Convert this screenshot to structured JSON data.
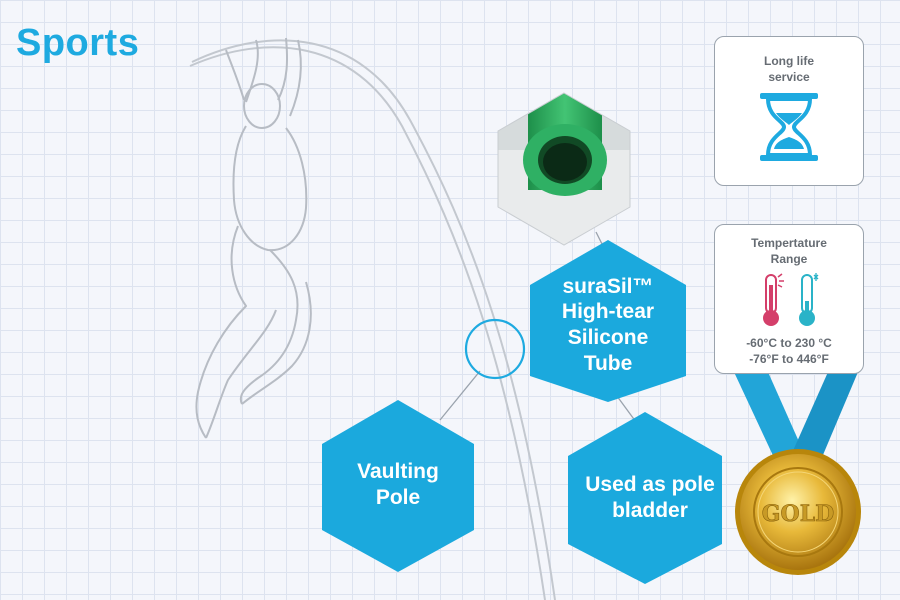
{
  "page": {
    "title": "Sports"
  },
  "hexagons": {
    "product": "suraSil™ High-tear Silicone Tube",
    "vaulting_pole": "Vaulting Pole",
    "use": "Used as pole bladder"
  },
  "cards": {
    "long_life": {
      "title": "Long life service",
      "icon": "hourglass-icon"
    },
    "temperature": {
      "title": "Tempertature Range",
      "range_celsius": "-60°C to 230 °C",
      "range_fahrenheit": "-76°F to 446°F",
      "icons": [
        "hot-thermometer-icon",
        "cold-thermometer-icon"
      ]
    }
  },
  "medal": {
    "label": "GOLD"
  },
  "colors": {
    "accent": "#1eaae0",
    "hexagon": "#1ba9dd",
    "tube_green": "#26a65b",
    "gold": "#d4a21c",
    "hot": "#d43f6a",
    "cold": "#2ab3c8"
  }
}
